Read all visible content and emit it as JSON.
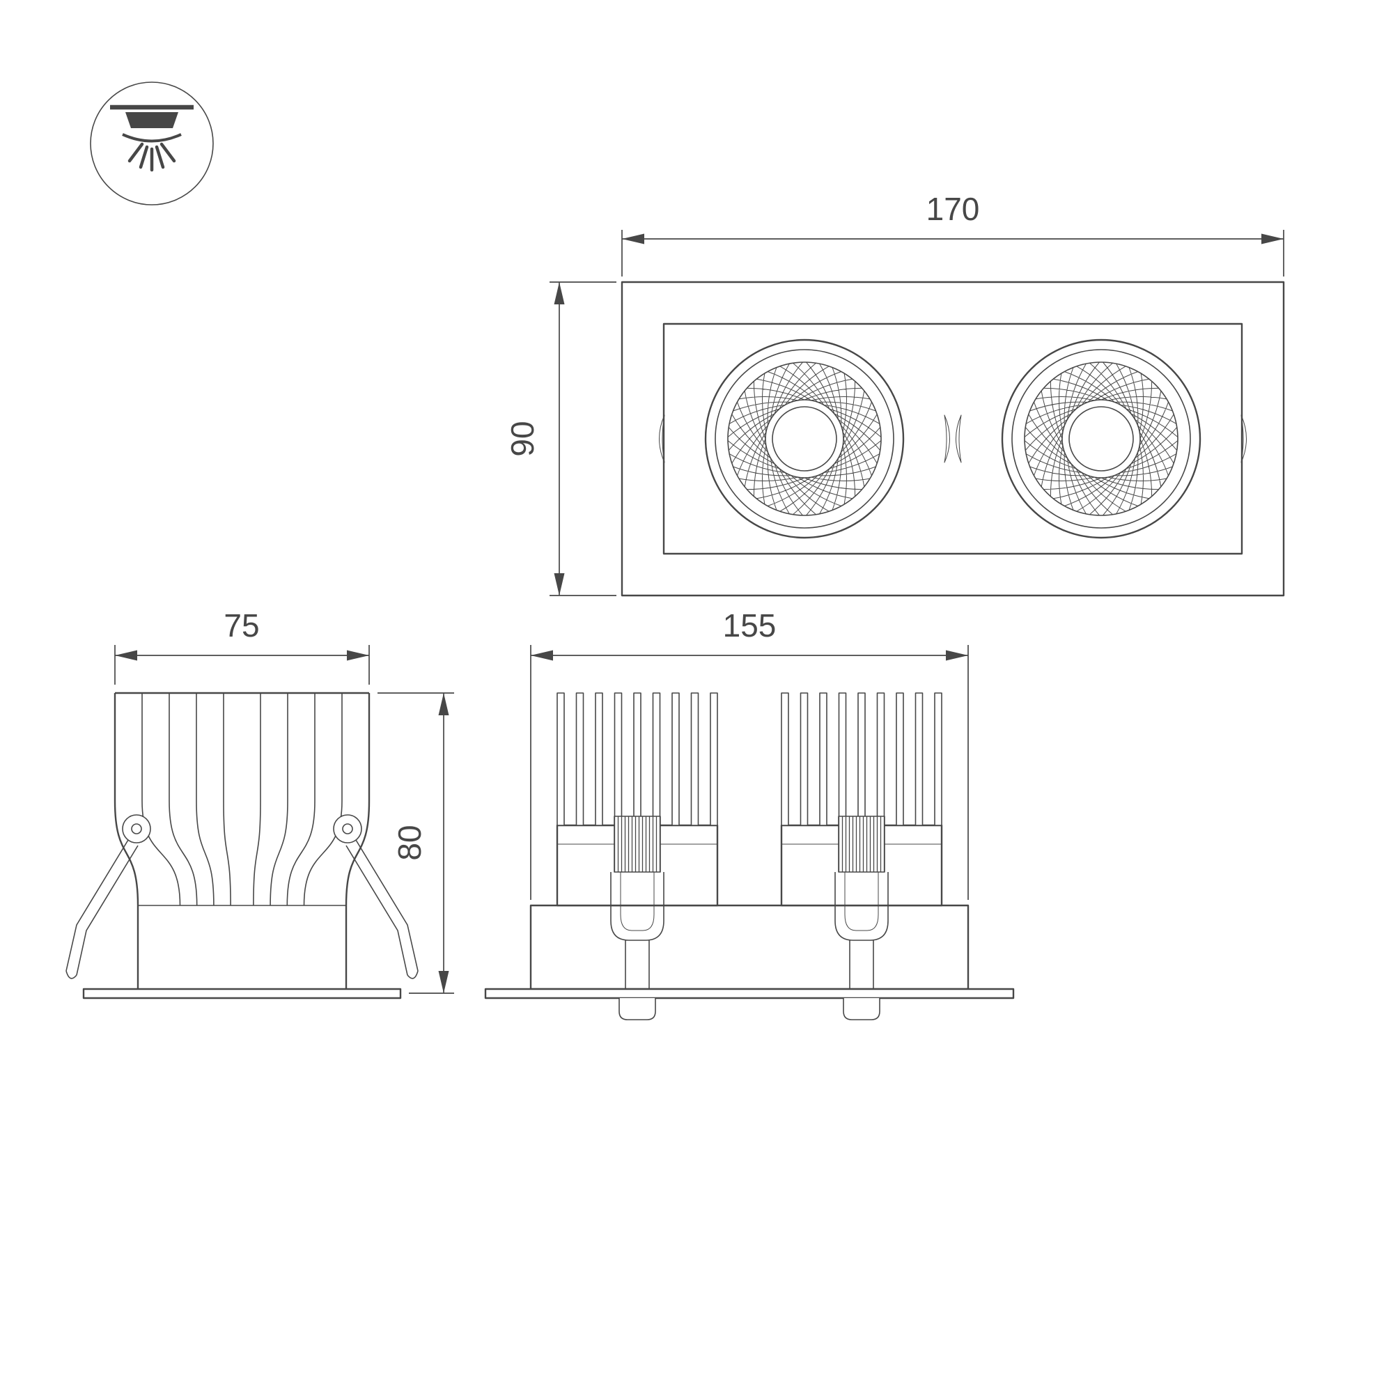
{
  "colors": {
    "background": "#ffffff",
    "line": "#474747"
  },
  "icon": {
    "name": "recessed-downlight"
  },
  "views": {
    "front": {
      "width_label": "170",
      "height_label": "90"
    },
    "side": {
      "width_label": "75",
      "height_label": "80"
    },
    "elevation": {
      "width_label": "155"
    }
  }
}
